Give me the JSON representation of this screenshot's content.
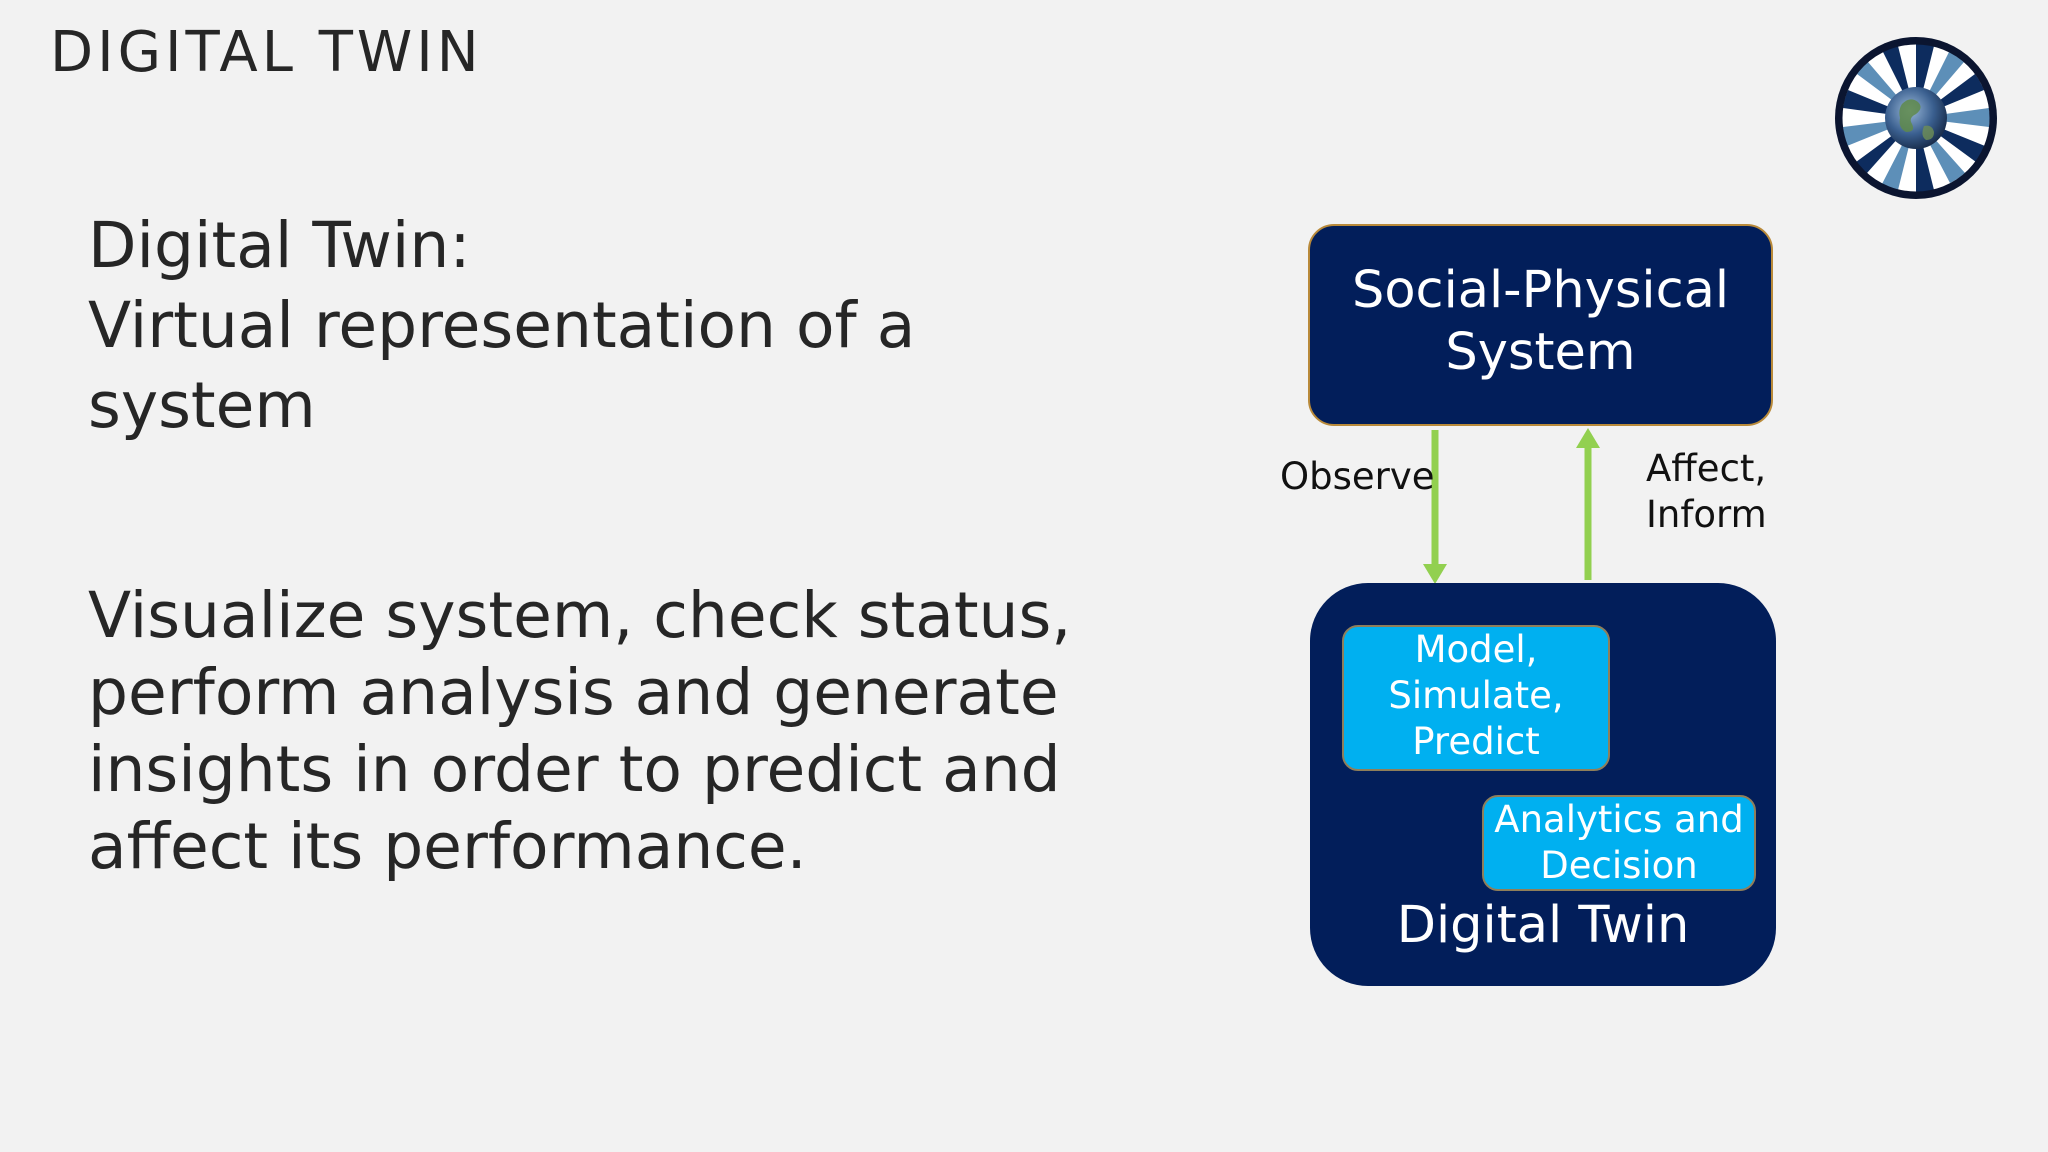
{
  "slide": {
    "title": "DIGITAL TWIN"
  },
  "definition": {
    "lines": [
      "Digital Twin:",
      "Virtual representation of a",
      "system"
    ]
  },
  "description": {
    "lines": [
      "Visualize system, check status,",
      "perform analysis and generate",
      "insights in order to predict and",
      "affect its performance."
    ]
  },
  "diagram": {
    "social_physical": {
      "lines": [
        "Social-Physical",
        "System"
      ]
    },
    "digital_twin": {
      "label": "Digital Twin",
      "model_box": {
        "lines": [
          "Model,",
          "Simulate,",
          "Predict"
        ]
      },
      "analytics_box": {
        "lines": [
          "Analytics and",
          "Decision"
        ]
      }
    },
    "edges": {
      "observe": "Observe",
      "affect_lines": [
        "Affect,",
        "Inform"
      ]
    }
  },
  "colors": {
    "background": "#f2f2f2",
    "dark_box": "#021e5a",
    "light_box": "#00b0f0",
    "arrow": "#92d050",
    "text": "#262626"
  },
  "logo": {
    "icon": "globe-wheel-logo-icon"
  }
}
